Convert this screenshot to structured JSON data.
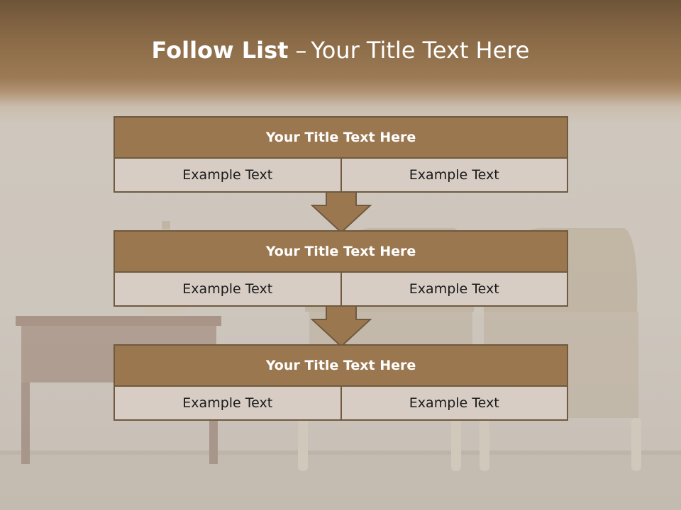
{
  "slide": {
    "title_bold": "Follow List",
    "title_dash": "–",
    "title_rest": "Your Title Text Here"
  },
  "blocks": [
    {
      "title": "Your Title Text Here",
      "cells": [
        "Example Text",
        "Example Text"
      ]
    },
    {
      "title": "Your Title Text Here",
      "cells": [
        "Example Text",
        "Example Text"
      ]
    },
    {
      "title": "Your Title Text Here",
      "cells": [
        "Example Text",
        "Example Text"
      ]
    }
  ],
  "colors": {
    "header_fill": "#9b774f",
    "border": "#6f5a3f",
    "cell_fill": "#d7cdc5",
    "arrow_fill": "#9b774f"
  },
  "icons": [
    "down-arrow-icon"
  ]
}
